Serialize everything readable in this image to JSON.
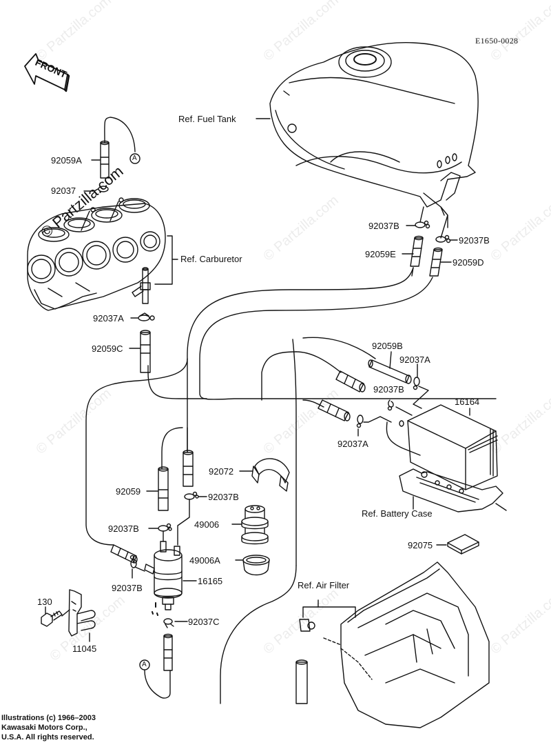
{
  "diagram": {
    "code": "E1650-0028",
    "front_label": "FRONT",
    "watermark": "© Partzilla.com",
    "connector_marker": "A",
    "references": {
      "fuel_tank": "Ref. Fuel Tank",
      "carburetor": "Ref. Carburetor",
      "battery_case": "Ref. Battery Case",
      "air_filter": "Ref. Air Filter"
    },
    "parts": [
      {
        "id": "p-92059A",
        "number": "92059A"
      },
      {
        "id": "p-92037",
        "number": "92037"
      },
      {
        "id": "p-92037A-top",
        "number": "92037A"
      },
      {
        "id": "p-92059C",
        "number": "92059C"
      },
      {
        "id": "p-92037B-tank-left",
        "number": "92037B"
      },
      {
        "id": "p-92037B-tank-right",
        "number": "92037B"
      },
      {
        "id": "p-92059E",
        "number": "92059E"
      },
      {
        "id": "p-92059D",
        "number": "92059D"
      },
      {
        "id": "p-92059B",
        "number": "92059B"
      },
      {
        "id": "p-92037A-canister-top",
        "number": "92037A"
      },
      {
        "id": "p-92037B-canister",
        "number": "92037B"
      },
      {
        "id": "p-16164",
        "number": "16164"
      },
      {
        "id": "p-92037A-canister-bottom",
        "number": "92037A"
      },
      {
        "id": "p-92072",
        "number": "92072"
      },
      {
        "id": "p-92059",
        "number": "92059"
      },
      {
        "id": "p-92037B-pump-right",
        "number": "92037B"
      },
      {
        "id": "p-49006",
        "number": "49006"
      },
      {
        "id": "p-92037B-pump-left",
        "number": "92037B"
      },
      {
        "id": "p-49006A",
        "number": "49006A"
      },
      {
        "id": "p-16165",
        "number": "16165"
      },
      {
        "id": "p-92037B-pump-bottom",
        "number": "92037B"
      },
      {
        "id": "p-92037C",
        "number": "92037C"
      },
      {
        "id": "p-92075",
        "number": "92075"
      },
      {
        "id": "p-130",
        "number": "130"
      },
      {
        "id": "p-11045",
        "number": "11045"
      }
    ],
    "copyright": [
      "Illustrations (c) 1966–2003",
      "Kawasaki Motors Corp.,",
      "U.S.A.  All rights reserved."
    ]
  }
}
